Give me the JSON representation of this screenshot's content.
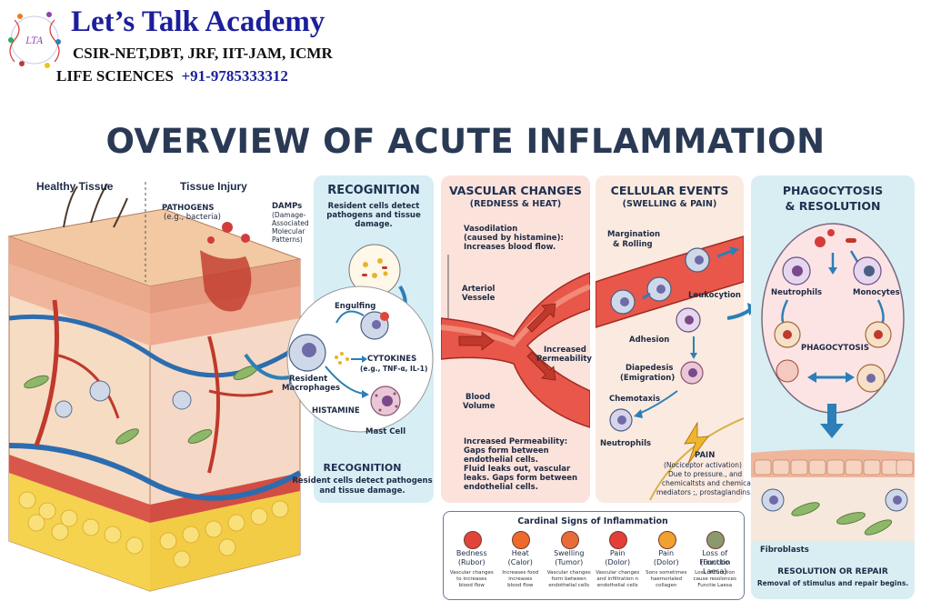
{
  "header": {
    "academy_name": "Let’s Talk Academy",
    "exams_line": "CSIR-NET,DBT, JRF, IIT-JAM, ICMR",
    "subject": "LIFE SCIENCES",
    "phone": "+91-9785333312",
    "logo_mark": "LTA"
  },
  "title": "OVERVIEW OF ACUTE INFLAMMATION",
  "tissue": {
    "healthy_label": "Healthy Tissue",
    "injury_label": "Tissue Injury",
    "pathogens_label": "PATHOGENS",
    "pathogens_sub": "(e.g., bacteria)",
    "damps_label": "DAMPs",
    "damps_sub1": "(Damage-",
    "damps_sub2": "Associated",
    "damps_sub3": "Molecular",
    "damps_sub4": "Patterns)"
  },
  "recognition": {
    "title": "RECOGNITION",
    "desc1": "Resident cells detect",
    "desc2": "pathogens and tissue",
    "desc3": "damage.",
    "engulfing": "Engulfing",
    "resident1": "Resident",
    "resident2": "Macrophages",
    "cytokines": "CYTOKINES",
    "cytokines_sub": "(e.g., TNF-α, IL-1)",
    "histamine": "HISTAMINE",
    "mast_cell": "Mast Cell",
    "bottom_title": "RECOGNITION",
    "bottom_desc1": "Resident cells detect pathogens",
    "bottom_desc2": "and tissue damage."
  },
  "vascular": {
    "title": "VASCULAR CHANGES",
    "subtitle": "(REDNESS & HEAT)",
    "vaso1": "Vasodilation",
    "vaso2": "(caused by histamine):",
    "vaso3": "Increases blood flow.",
    "arteriol1": "Arteriol",
    "arteriol2": "Vessele",
    "perm1": "Increased",
    "perm2": "Permeability",
    "blood1": "Blood",
    "blood2": "Volume",
    "note1": "Increased Permeability:",
    "note2": "Gaps form between",
    "note3": "endothelial cells.",
    "note4": "Fluid leaks out, vascular",
    "note5": "leaks. Gaps form between",
    "note6": "endothelial cells."
  },
  "cellular": {
    "title": "CELLULAR EVENTS",
    "subtitle": "(SWELLING & PAIN)",
    "margination1": "Margination",
    "margination2": "& Rolling",
    "leukocytion": "Leukocytion",
    "adhesion": "Adhesion",
    "diapedesis1": "Diapedesis",
    "diapedesis2": "(Emigration)",
    "chemotaxis": "Chemotaxis",
    "neutrophils": "Neutrophils",
    "pain": "PAIN",
    "pain1": "(Nociceptor activation)",
    "pain2": "Due to pressure., and",
    "pain3": "chemicaltsts and chemical",
    "pain4": "mediators ;, prostaglandins."
  },
  "phago": {
    "title1": "PHAGOCYTOSIS",
    "title2": "& RESOLUTION",
    "neutrophils": "Neutrophils",
    "monocytes": "Monocytes",
    "phagocytosis": "PHAGOCYTOSIS",
    "fibroblasts": "Fibroblasts",
    "resolution": "RESOLUTION OR REPAIR",
    "resolution_desc": "Removal of stimulus and repair begins."
  },
  "cardinal": {
    "title": "Cardinal Signs of Inflammation",
    "signs": [
      {
        "name": "Bedness",
        "latin": "(Rubor)",
        "desc1": "Vascular changes",
        "desc2": "to increases",
        "desc3": "blood flow",
        "color": "#e0443a"
      },
      {
        "name": "Heat",
        "latin": "(Calor)",
        "desc1": "Increases food",
        "desc2": "increases",
        "desc3": "blood flow",
        "color": "#ee6a2c"
      },
      {
        "name": "Swelling",
        "latin": "(Tumor)",
        "desc1": "Vascular changes",
        "desc2": "form between",
        "desc3": "endothelial cells",
        "color": "#e86b3a"
      },
      {
        "name": "Pain",
        "latin": "(Dolor)",
        "desc1": "Vascular changes",
        "desc2": "and infiltration n",
        "desc3": "endothelial cells",
        "color": "#e23e3a"
      },
      {
        "name": "Pain",
        "latin": "(Dolor)",
        "desc1": "Sons sometimes",
        "desc2": "haemorialed",
        "desc3": "collagen",
        "color": "#f0a130"
      },
      {
        "name": "Loss of Function",
        "latin": "(Functio Laesa)",
        "desc1": "Loss of Function",
        "desc2": "cause resolonces",
        "desc3": "Functie Laesa",
        "color": "#8a9a6e"
      }
    ]
  },
  "colors": {
    "recognition_bg": "#d7eef5",
    "vascular_bg": "#fbe3dc",
    "cellular_bg": "#fbeadf",
    "phago_bg": "#d9eef2",
    "title_color": "#2a3a55",
    "academy_color": "#1b1f9c"
  }
}
